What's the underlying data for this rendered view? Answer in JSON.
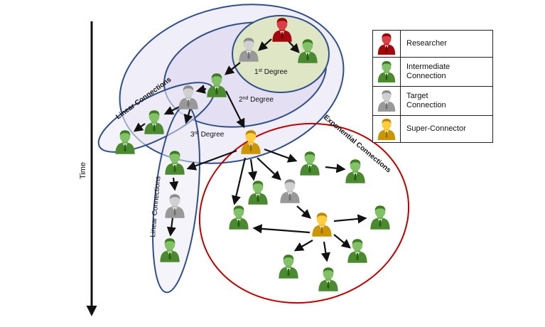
{
  "diagram": {
    "time_label": "Time",
    "degree_labels": {
      "first": {
        "base": "1",
        "sup": "st",
        "rest": " Degree"
      },
      "second": {
        "base": "2",
        "sup": "nd",
        "rest": " Degree"
      },
      "third": {
        "base": "3",
        "sup": "rd",
        "rest": " Degree"
      }
    },
    "group_labels": {
      "linear_top": "Linear Connections",
      "linear_side": "Linear Connections",
      "exponential": "Exponential Connections"
    }
  },
  "legend": {
    "items": [
      {
        "key": "researcher",
        "label": "Researcher",
        "color": "#c0272d"
      },
      {
        "key": "intermediate",
        "label": "Intermediate\nConnection",
        "color": "#6aa84f"
      },
      {
        "key": "target",
        "label": "Target\nConnection",
        "color": "#b7b7b7"
      },
      {
        "key": "super",
        "label": "Super-Connector",
        "color": "#e8b424"
      }
    ]
  },
  "colors": {
    "researcher": "#c0272d",
    "intermediate": "#6aa84f",
    "target": "#b7b7b7",
    "super": "#e8b424",
    "blue_ring": "#2f4f8a",
    "red_ring": "#c00000"
  }
}
